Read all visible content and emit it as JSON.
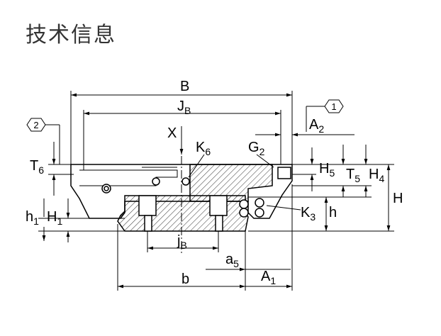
{
  "heading": "技术信息",
  "callouts": [
    "1",
    "2"
  ],
  "dims": {
    "B": {
      "main": "B",
      "sub": ""
    },
    "JB": {
      "main": "J",
      "sub": "B"
    },
    "jB": {
      "main": "j",
      "sub": "B"
    },
    "X": {
      "main": "X",
      "sub": ""
    },
    "K6": {
      "main": "K",
      "sub": "6"
    },
    "G2": {
      "main": "G",
      "sub": "2"
    },
    "A2": {
      "main": "A",
      "sub": "2"
    },
    "T6": {
      "main": "T",
      "sub": "6"
    },
    "H5": {
      "main": "H",
      "sub": "5"
    },
    "T5": {
      "main": "T",
      "sub": "5"
    },
    "H4": {
      "main": "H",
      "sub": "4"
    },
    "H": {
      "main": "H",
      "sub": ""
    },
    "h1": {
      "main": "h",
      "sub": "1"
    },
    "H1": {
      "main": "H",
      "sub": "1"
    },
    "K3": {
      "main": "K",
      "sub": "3"
    },
    "h": {
      "main": "h",
      "sub": ""
    },
    "a5": {
      "main": "a",
      "sub": "5"
    },
    "b": {
      "main": "b",
      "sub": ""
    },
    "A1": {
      "main": "A",
      "sub": "1"
    }
  }
}
